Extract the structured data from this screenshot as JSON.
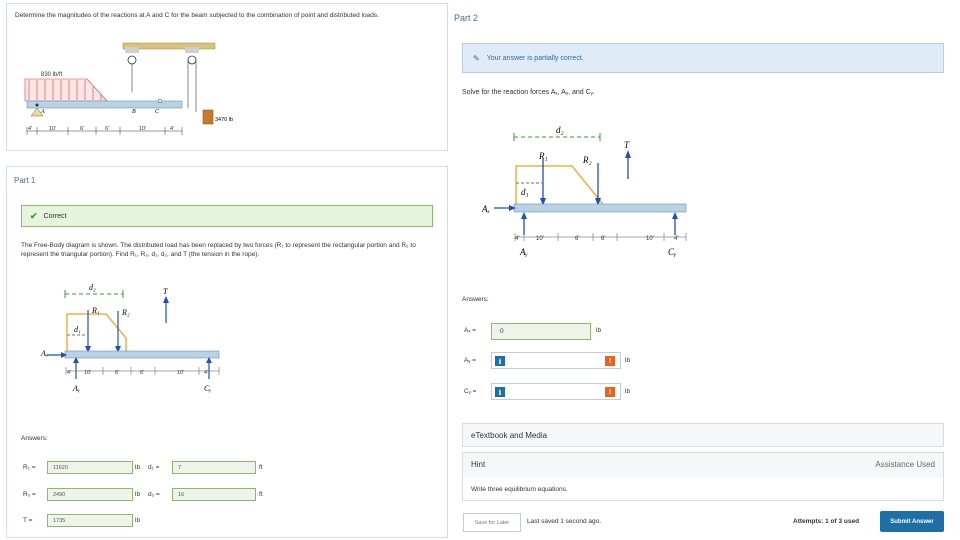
{
  "problem": {
    "statement": "Determine the magnitudes of the reactions at A and C for the beam subjected to the combination of point and distributed loads.",
    "load_label": "830 lb/ft",
    "weight_label": "3470 lb",
    "point_a": "A",
    "point_b": "B",
    "point_c": "C",
    "dims": [
      "4'",
      "10'",
      "6'",
      "6'",
      "10'",
      "4'"
    ]
  },
  "part1": {
    "title": "Part 1",
    "status": "Correct",
    "description": "The Free-Body diagram is shown. The distributed load has been replaced by two forces (R₁ to represent the rectangular portion and R₂ to represent the triangular portion). Find R₁, R₂, d₁, d₂, and T (the tension in the rope).",
    "fbd": {
      "d2": "d₂",
      "d1": "d₁",
      "R1": "R₁",
      "R2": "R₂",
      "T": "T",
      "Ax": "Aₓ",
      "Ay": "Aᵧ",
      "Cy": "Cᵧ",
      "dims": [
        "4'",
        "10'",
        "6'",
        "6'",
        "10'",
        "4'"
      ]
    },
    "answers_label": "Answers:",
    "answers": [
      {
        "label": "R₁ =",
        "value": "11620",
        "unit": "lb"
      },
      {
        "label": "R₂ =",
        "value": "2490",
        "unit": "lb"
      },
      {
        "label": "T =",
        "value": "1735",
        "unit": "lb"
      }
    ],
    "answers2": [
      {
        "label": "d₁ =",
        "value": "7",
        "unit": "ft"
      },
      {
        "label": "d₂ =",
        "value": "16",
        "unit": "ft"
      }
    ]
  },
  "part2": {
    "title": "Part 2",
    "status": "Your answer is partially correct.",
    "instruction": "Solve for the reaction forces Aₓ, Aᵧ, and Cᵧ.",
    "fbd": {
      "d2": "d₂",
      "d1": "d₁",
      "R1": "R₁",
      "R2": "R₂",
      "T": "T",
      "Ax": "Aₓ",
      "Ay": "Aᵧ",
      "Cy": "Cᵧ",
      "dims": [
        "4'",
        "10'",
        "6'",
        "6'",
        "10'",
        "4'"
      ]
    },
    "answers_label": "Answers:",
    "answers": [
      {
        "label": "Aₓ =",
        "value": "0",
        "unit": "lb"
      },
      {
        "label": "Aᵧ =",
        "value": "",
        "unit": "lb"
      },
      {
        "label": "Cᵧ =",
        "value": "",
        "unit": "lb"
      }
    ],
    "etextbook": "eTextbook and Media",
    "hint": "Hint",
    "assistance": "Assistance Used",
    "hint_text": "Write three equilibrium equations.",
    "save_label": "Save for Later",
    "last_saved": "Last saved 1 second ago.",
    "attempts": "Attempts: 1 of 3 used",
    "submit_label": "Submit Answer",
    "info_icon": "i",
    "warn_icon": "!"
  },
  "colors": {
    "accent": "#1d6fa8",
    "correct_bg": "#e6f3dd",
    "partial_bg": "#dfecf7",
    "warn": "#e8631c",
    "beam": "#b9d3e6",
    "orange": "#f0b040"
  }
}
